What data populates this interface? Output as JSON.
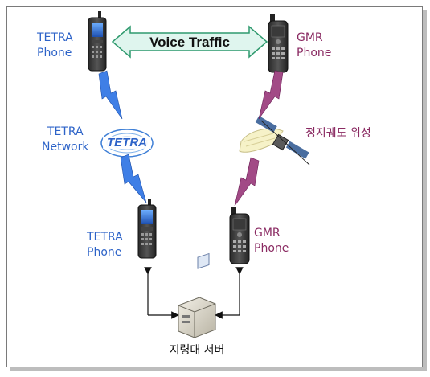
{
  "banner": {
    "text": "Voice Traffic"
  },
  "top_left_phone": {
    "line1": "TETRA",
    "line2": "Phone"
  },
  "top_right_phone": {
    "line1": "GMR",
    "line2": "Phone"
  },
  "network": {
    "line1": "TETRA",
    "line2": "Network",
    "logo_text": "TETRA"
  },
  "satellite": {
    "label": "정지궤도 위성"
  },
  "bottom_left_phone": {
    "line1": "TETRA",
    "line2": "Phone"
  },
  "bottom_right_phone": {
    "line1": "GMR",
    "line2": "Phone"
  },
  "server": {
    "label": "지령대 서버"
  },
  "colors": {
    "tetra": "#2d63c8",
    "gmr": "#8a2a62",
    "banner_fill": "#dff5ee",
    "banner_stroke": "#2f9a6e"
  }
}
